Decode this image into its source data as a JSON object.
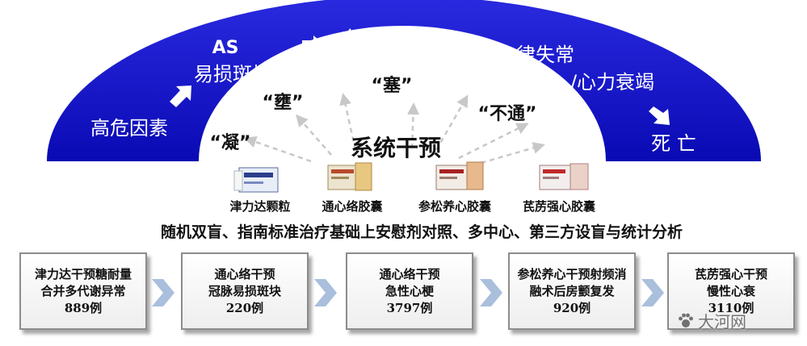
{
  "arch": {
    "stages": [
      "高危因素",
      "AS",
      "易损斑块",
      "急性心梗",
      "心律失常",
      "/心力衰竭",
      "死 亡"
    ]
  },
  "center": {
    "title": "系统干预",
    "labels": [
      "“凝”",
      "“壅”",
      "“塞”",
      "“不通”"
    ]
  },
  "products": [
    "津力达颗粒",
    "通心络胶囊",
    "参松养心胶囊",
    "芪苈强心胶囊"
  ],
  "subtitle": "随机双盲、指南标准治疗基础上安慰剂对照、多中心、第三方设盲与统计分析",
  "trials": [
    {
      "lines": [
        "津力达干预糖耐量",
        "合并多代谢异常"
      ],
      "count": "889例"
    },
    {
      "lines": [
        "通心络干预",
        "冠脉易损斑块"
      ],
      "count": "220例"
    },
    {
      "lines": [
        "通心络干预",
        "急性心梗"
      ],
      "count": "3797例"
    },
    {
      "lines": [
        "参松养心干预射频消",
        "融术后房颤复发"
      ],
      "count": "920例"
    },
    {
      "lines": [
        "芪苈强心干预",
        "慢性心衰"
      ],
      "count": "3110例"
    }
  ],
  "watermark": "大河网",
  "colors": {
    "arch": "#1010c8",
    "arrow": "#ffffff",
    "ray": "#c8c8c8",
    "chevron": "#a9bfdc"
  }
}
